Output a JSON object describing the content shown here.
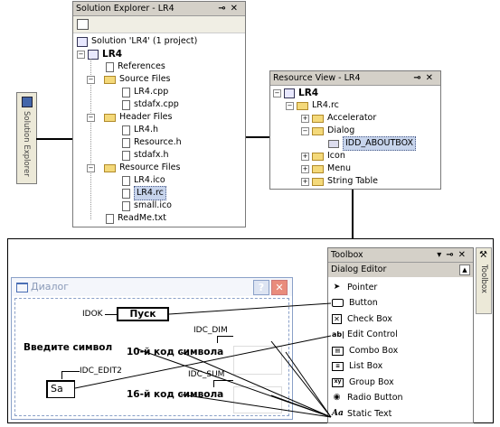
{
  "solution_explorer": {
    "title": "Solution Explorer - LR4",
    "solution": "Solution 'LR4' (1 project)",
    "project": "LR4",
    "items": [
      "References",
      "Source Files",
      "LR4.cpp",
      "stdafx.cpp",
      "Header Files",
      "LR4.h",
      "Resource.h",
      "stdafx.h",
      "Resource Files",
      "LR4.ico",
      "LR4.rc",
      "small.ico",
      "ReadMe.txt"
    ],
    "side_tab": "Solution Explorer"
  },
  "resource_view": {
    "title": "Resource View - LR4",
    "project": "LR4",
    "rc": "LR4.rc",
    "items": [
      "Accelerator",
      "Dialog",
      "IDD_ABOUTBOX",
      "Icon",
      "Menu",
      "String Table"
    ]
  },
  "toolbox": {
    "title": "Toolbox",
    "section": "Dialog Editor",
    "side_tab": "Toolbox",
    "tools": [
      {
        "label": "Pointer",
        "icon": "pointer-icon"
      },
      {
        "label": "Button",
        "icon": "button-icon"
      },
      {
        "label": "Check Box",
        "icon": "checkbox-icon"
      },
      {
        "label": "Edit Control",
        "icon": "edit-control-icon"
      },
      {
        "label": "Combo Box",
        "icon": "combo-box-icon"
      },
      {
        "label": "List Box",
        "icon": "list-box-icon"
      },
      {
        "label": "Group Box",
        "icon": "group-box-icon"
      },
      {
        "label": "Radio Button",
        "icon": "radio-button-icon"
      },
      {
        "label": "Static Text",
        "icon": "static-text-icon"
      }
    ]
  },
  "dialog": {
    "title": "Диалог",
    "idok": "IDOK",
    "button_label": "Пуск",
    "idc_dim": "IDC_DIM",
    "enter_label": "Введите символ",
    "code10_label": "10-й код символа",
    "idc_edit2": "IDC_EDIT2",
    "idc_sum": "IDC_SUM",
    "edit_value": "Sa",
    "code16_label": "16-й код символа"
  }
}
